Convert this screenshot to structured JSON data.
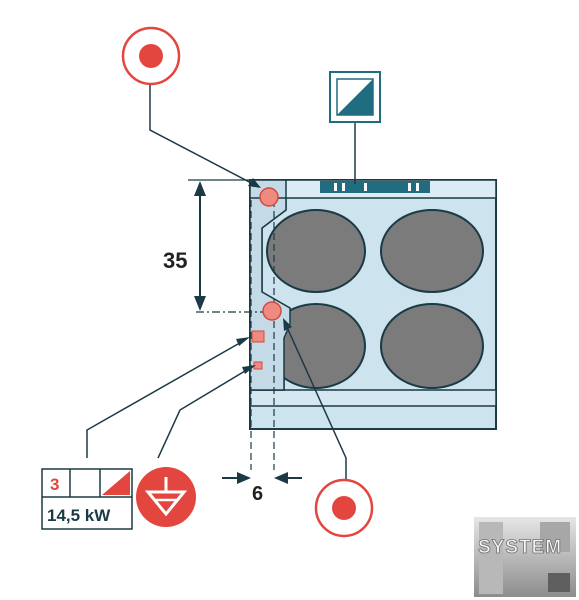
{
  "dimensions": {
    "vertical": "35",
    "horizontal": "6"
  },
  "info_panel": {
    "number": "3",
    "power": "14,5 kW"
  },
  "logo": {
    "text": "SYSTEM"
  },
  "colors": {
    "engine_fill": "#cde3ee",
    "piston_fill": "#7b7b7b",
    "marker_red": "#e2463e",
    "panel_teal": "#1f6d7e",
    "line": "#1b3a45"
  },
  "icons": {
    "top_symbol": "half-filled-square-icon",
    "locator_marker": "red-dot-circle-icon",
    "earth_symbol": "earth-ground-icon"
  }
}
